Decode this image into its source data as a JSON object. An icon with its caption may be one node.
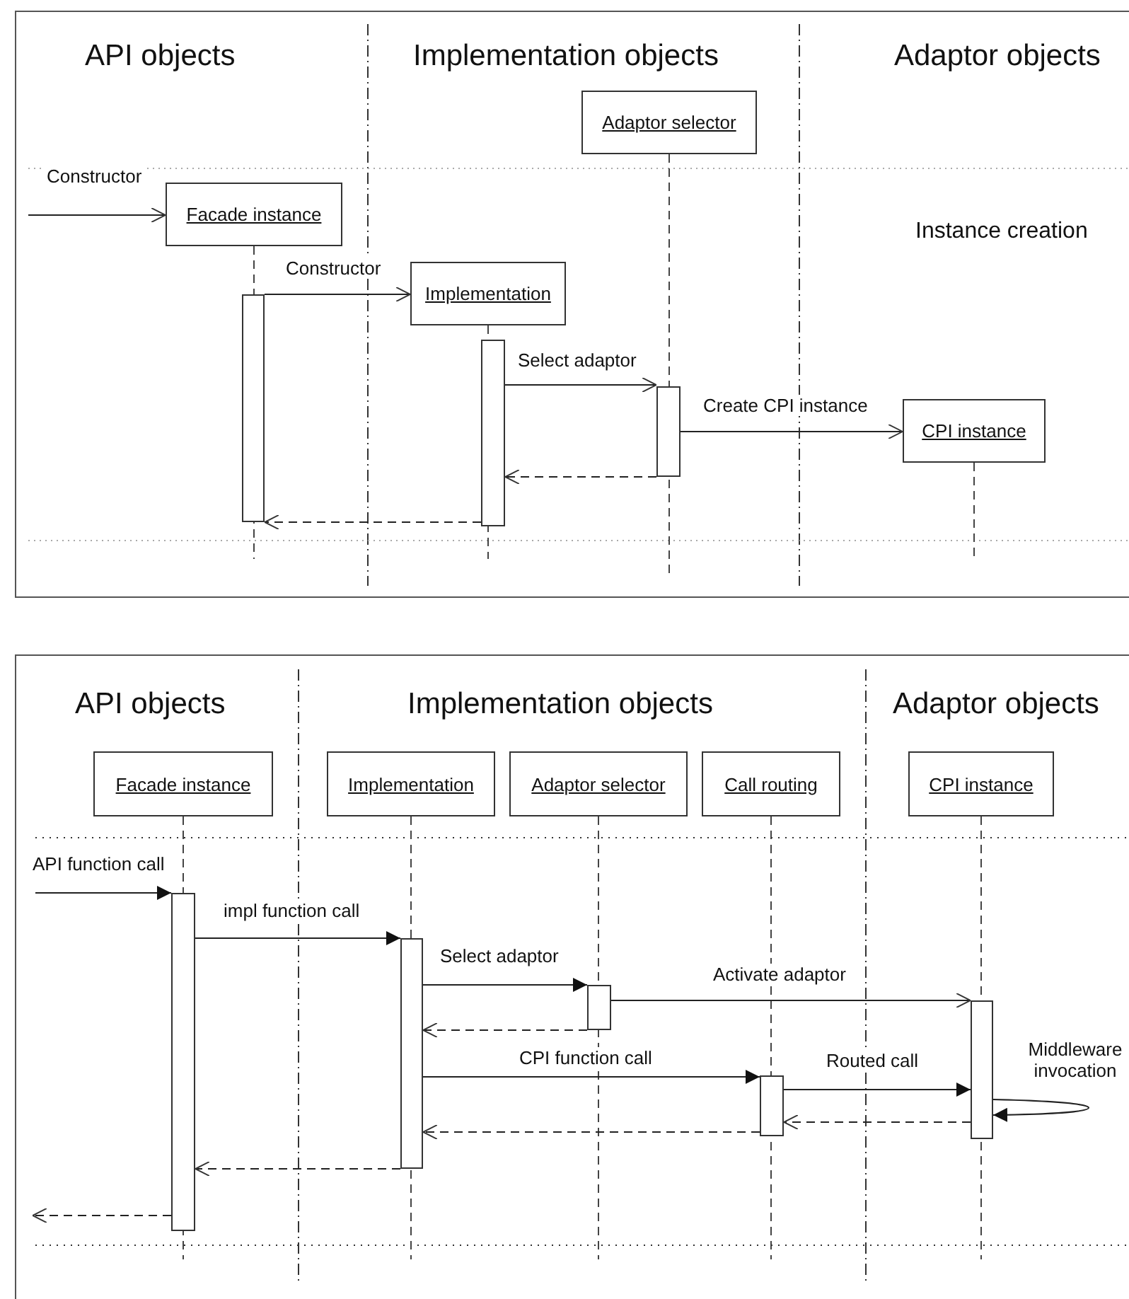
{
  "diagram": {
    "nodes": [
      {
        "text": [
          "Facade instance"
        ]
      },
      {
        "text": [
          "Implementation"
        ]
      },
      {
        "text": [
          "Adaptor selector"
        ]
      },
      {
        "text": [
          "CPI instance"
        ]
      },
      {
        "text": [],
        "shape": "bar"
      },
      {
        "text": [],
        "shape": "bar"
      },
      {
        "text": [],
        "shape": "bar"
      },
      {
        "text": [
          "Facade instance"
        ]
      },
      {
        "text": [
          "Implementation"
        ]
      },
      {
        "text": [
          "Adaptor selector"
        ]
      },
      {
        "text": [
          "Call routing"
        ]
      },
      {
        "text": [
          "CPI instance"
        ]
      },
      {
        "text": [],
        "shape": "bar"
      },
      {
        "text": [],
        "shape": "bar"
      },
      {
        "text": [],
        "shape": "bar"
      },
      {
        "text": [],
        "shape": "bar"
      },
      {
        "text": [],
        "shape": "bar"
      }
    ],
    "edges": [
      {
        "from": null,
        "to": 0,
        "arrow": "to",
        "label": "Constructor"
      },
      {
        "from": 4,
        "to": 1,
        "arrow": "to",
        "label": "Constructor"
      },
      {
        "from": 5,
        "to": 6,
        "arrow": "to",
        "label": "Select adaptor"
      },
      {
        "from": 6,
        "to": 3,
        "arrow": "to",
        "label": "Create CPI instance"
      },
      {
        "from": 6,
        "to": 5,
        "arrow": "to",
        "style": "dashed"
      },
      {
        "from": 5,
        "to": 4,
        "arrow": "to",
        "style": "dashed"
      },
      {
        "from": null,
        "to": 12,
        "arrow": "to",
        "label": "API function call"
      },
      {
        "from": 12,
        "to": 13,
        "arrow": "to",
        "label": "impl function call"
      },
      {
        "from": 13,
        "to": 14,
        "arrow": "to",
        "label": "Select adaptor"
      },
      {
        "from": 14,
        "to": 13,
        "arrow": "to",
        "style": "dashed"
      },
      {
        "from": 14,
        "to": 16,
        "arrow": "to",
        "label": "Activate adaptor"
      },
      {
        "from": 13,
        "to": 15,
        "arrow": "to",
        "label": "CPI function call"
      },
      {
        "from": 15,
        "to": 16,
        "arrow": "to",
        "label": "Routed call"
      },
      {
        "from": 16,
        "to": 16,
        "arrow": "to",
        "label": "Middleware invocation"
      },
      {
        "from": 16,
        "to": 15,
        "arrow": "to",
        "style": "dashed"
      },
      {
        "from": 15,
        "to": 13,
        "arrow": "to",
        "style": "dashed"
      },
      {
        "from": 13,
        "to": 12,
        "arrow": "to",
        "style": "dashed"
      },
      {
        "from": 12,
        "to": null,
        "arrow": "to",
        "style": "dashed"
      }
    ],
    "labels": [
      "API objects",
      "Implementation objects",
      "Adaptor objects",
      "Instance creation",
      "API objects",
      "Implementation objects",
      "Adaptor objects"
    ]
  }
}
